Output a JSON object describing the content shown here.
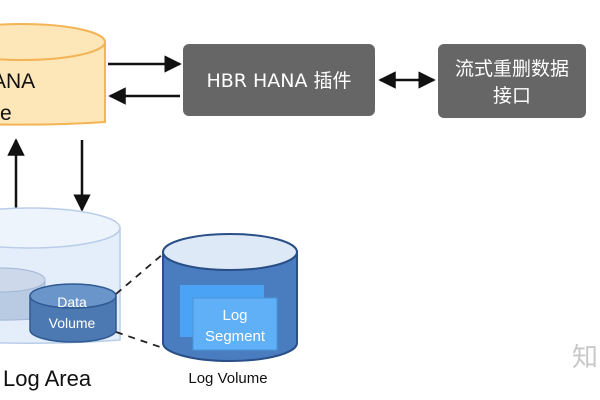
{
  "nodes": {
    "hana_db": {
      "label_line1": "ANA",
      "label_line2": "e"
    },
    "hbr_plugin": {
      "label": "HBR HANA 插件"
    },
    "stream_interface": {
      "label_line1": "流式重删数据",
      "label_line2": "接口"
    },
    "log_area": {
      "label": "Log Area"
    },
    "data_volume": {
      "label_line1": "Data",
      "label_line2": "Volume"
    },
    "log_volume": {
      "label": "Log Volume"
    },
    "log_segment": {
      "label_line1": "Log",
      "label_line2": "Segment"
    }
  },
  "watermark": "知",
  "colors": {
    "db_orange_fill": "#fde6b8",
    "db_orange_stroke": "#f3b455",
    "gray_box": "#666666",
    "blue_light": "#d9e9fa",
    "blue_mid": "#5a8fd0",
    "blue_dark": "#3f6fa8",
    "blue_bright": "#4aa3f5",
    "arrow": "#111111"
  }
}
